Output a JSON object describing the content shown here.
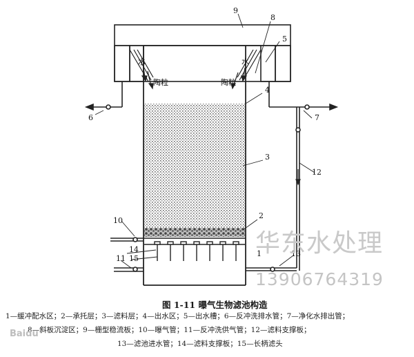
{
  "labels": {
    "n1": "1",
    "n2": "2",
    "n3": "3",
    "n4": "4",
    "n5": "5",
    "n6": "6",
    "n7": "7",
    "n8": "8",
    "n9": "9",
    "n10": "10",
    "n11": "11",
    "n12": "12",
    "n13": "13",
    "n14": "14",
    "n15": "15"
  },
  "annotations": {
    "water_left": "水",
    "water_right": "水",
    "ceramsite_left": "陶粒",
    "ceramsite_right": "陶粒"
  },
  "watermark": {
    "text": "华东水处理",
    "number": "13906764319"
  },
  "caption": "图 1-11   曝气生物滤池构造",
  "legend": [
    "1—缓冲配水区；2—承托层；3—滤料层；4—出水区；5—出水槽；6—反冲洗排水管；7—净化水排出管；",
    "8—斜板沉淀区；9—栅型稳流板；10—曝气管；11—反冲洗供气管；12—滤料支撑板；",
    "13—滤池进水管；14—滤料支撑板；15—长柄滤头"
  ],
  "corner_mark": "Baidu"
}
